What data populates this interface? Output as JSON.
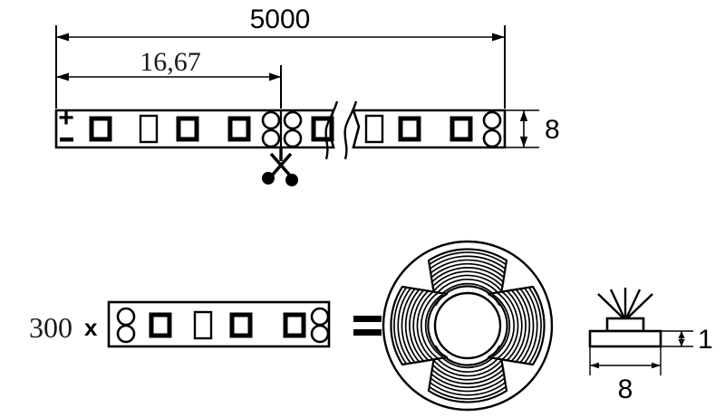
{
  "diagram": {
    "title": "LED strip technical drawing",
    "colors": {
      "line": "#000000",
      "background": "#ffffff",
      "text": "#1a1a1a"
    },
    "top_view": {
      "length_dimension": "5000",
      "pitch_dimension": "16,67",
      "width_dimension": "8",
      "polarity_plus": "+",
      "polarity_minus": "−",
      "cut_marker_icon": "scissors-icon",
      "break_marker_icon": "break-line-icon",
      "led_count_left": 4,
      "led_count_right": 3,
      "solder_pad_count": 4
    },
    "quantity_view": {
      "quantity_label": "300",
      "multiplier_label": "x",
      "equals_label": "=",
      "segment_led_count": 4,
      "segment_pad_count": 4,
      "reel_icon": "reel-icon",
      "reel_sector_count": 4
    },
    "cross_section": {
      "height_dimension": "1",
      "width_dimension": "8",
      "ray_count": 5,
      "emitter_icon": "led-emitter-icon",
      "substrate_icon": "pcb-substrate-icon"
    }
  }
}
